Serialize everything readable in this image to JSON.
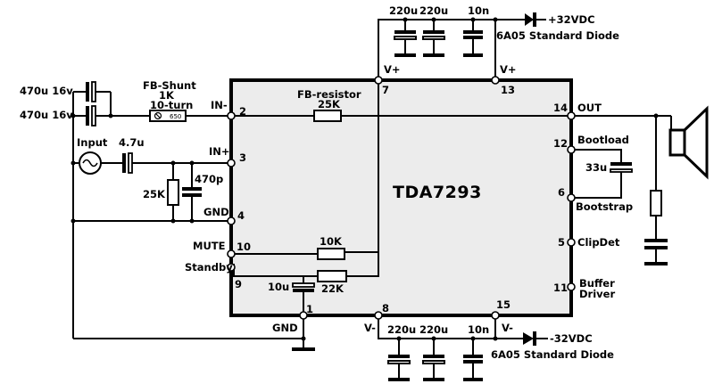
{
  "chip": {
    "name": "TDA7293",
    "pins": {
      "in_minus": {
        "label": "IN-",
        "num": "2"
      },
      "in_plus": {
        "label": "IN+",
        "num": "3"
      },
      "gnd": {
        "label": "GND",
        "num": "4"
      },
      "mute": {
        "label": "MUTE",
        "num": "10"
      },
      "standby": {
        "label": "Standby",
        "num": "9"
      },
      "vplus_a": {
        "label": "V+",
        "num": "7"
      },
      "vplus_b": {
        "label": "V+",
        "num": "13"
      },
      "out": {
        "label": "OUT",
        "num": "14"
      },
      "bootload": {
        "label": "Bootload",
        "num": "12"
      },
      "bootstrap": {
        "label": "Bootstrap",
        "num": "6"
      },
      "clipdet": {
        "label": "ClipDet",
        "num": "5"
      },
      "buffer": {
        "label": "Buffer",
        "label2": "Driver",
        "num": "11"
      },
      "pin1": {
        "num": "1"
      },
      "vminus_a": {
        "label": "V-",
        "num": "8"
      },
      "vminus_b": {
        "label": "V-",
        "num": "15"
      }
    }
  },
  "components": {
    "cap_in1": "470u 16v",
    "cap_in2": "470u 16v",
    "fb_shunt": "FB-Shunt",
    "fb_shunt_value": "1K",
    "fb_shunt_turns": "10-turn",
    "fb_shunt_marking": "650",
    "fb_resistor": "FB-resistor",
    "fb_resistor_value": "25K",
    "input": "Input",
    "cap_input": "4.7u",
    "res_input": "25K",
    "cap_470p": "470p",
    "res_mute": "10K",
    "res_standby": "22K",
    "cap_standby": "10u",
    "cap_boot": "33u",
    "gnd_label": "GND",
    "top_caps": [
      "220u",
      "220u",
      "10n"
    ],
    "bottom_caps": [
      "220u",
      "220u",
      "10n"
    ],
    "supply_pos": "+32VDC",
    "supply_neg": "-32VDC",
    "diode_top": "6A05 Standard Diode",
    "diode_bottom": "6A05 Standard Diode"
  }
}
